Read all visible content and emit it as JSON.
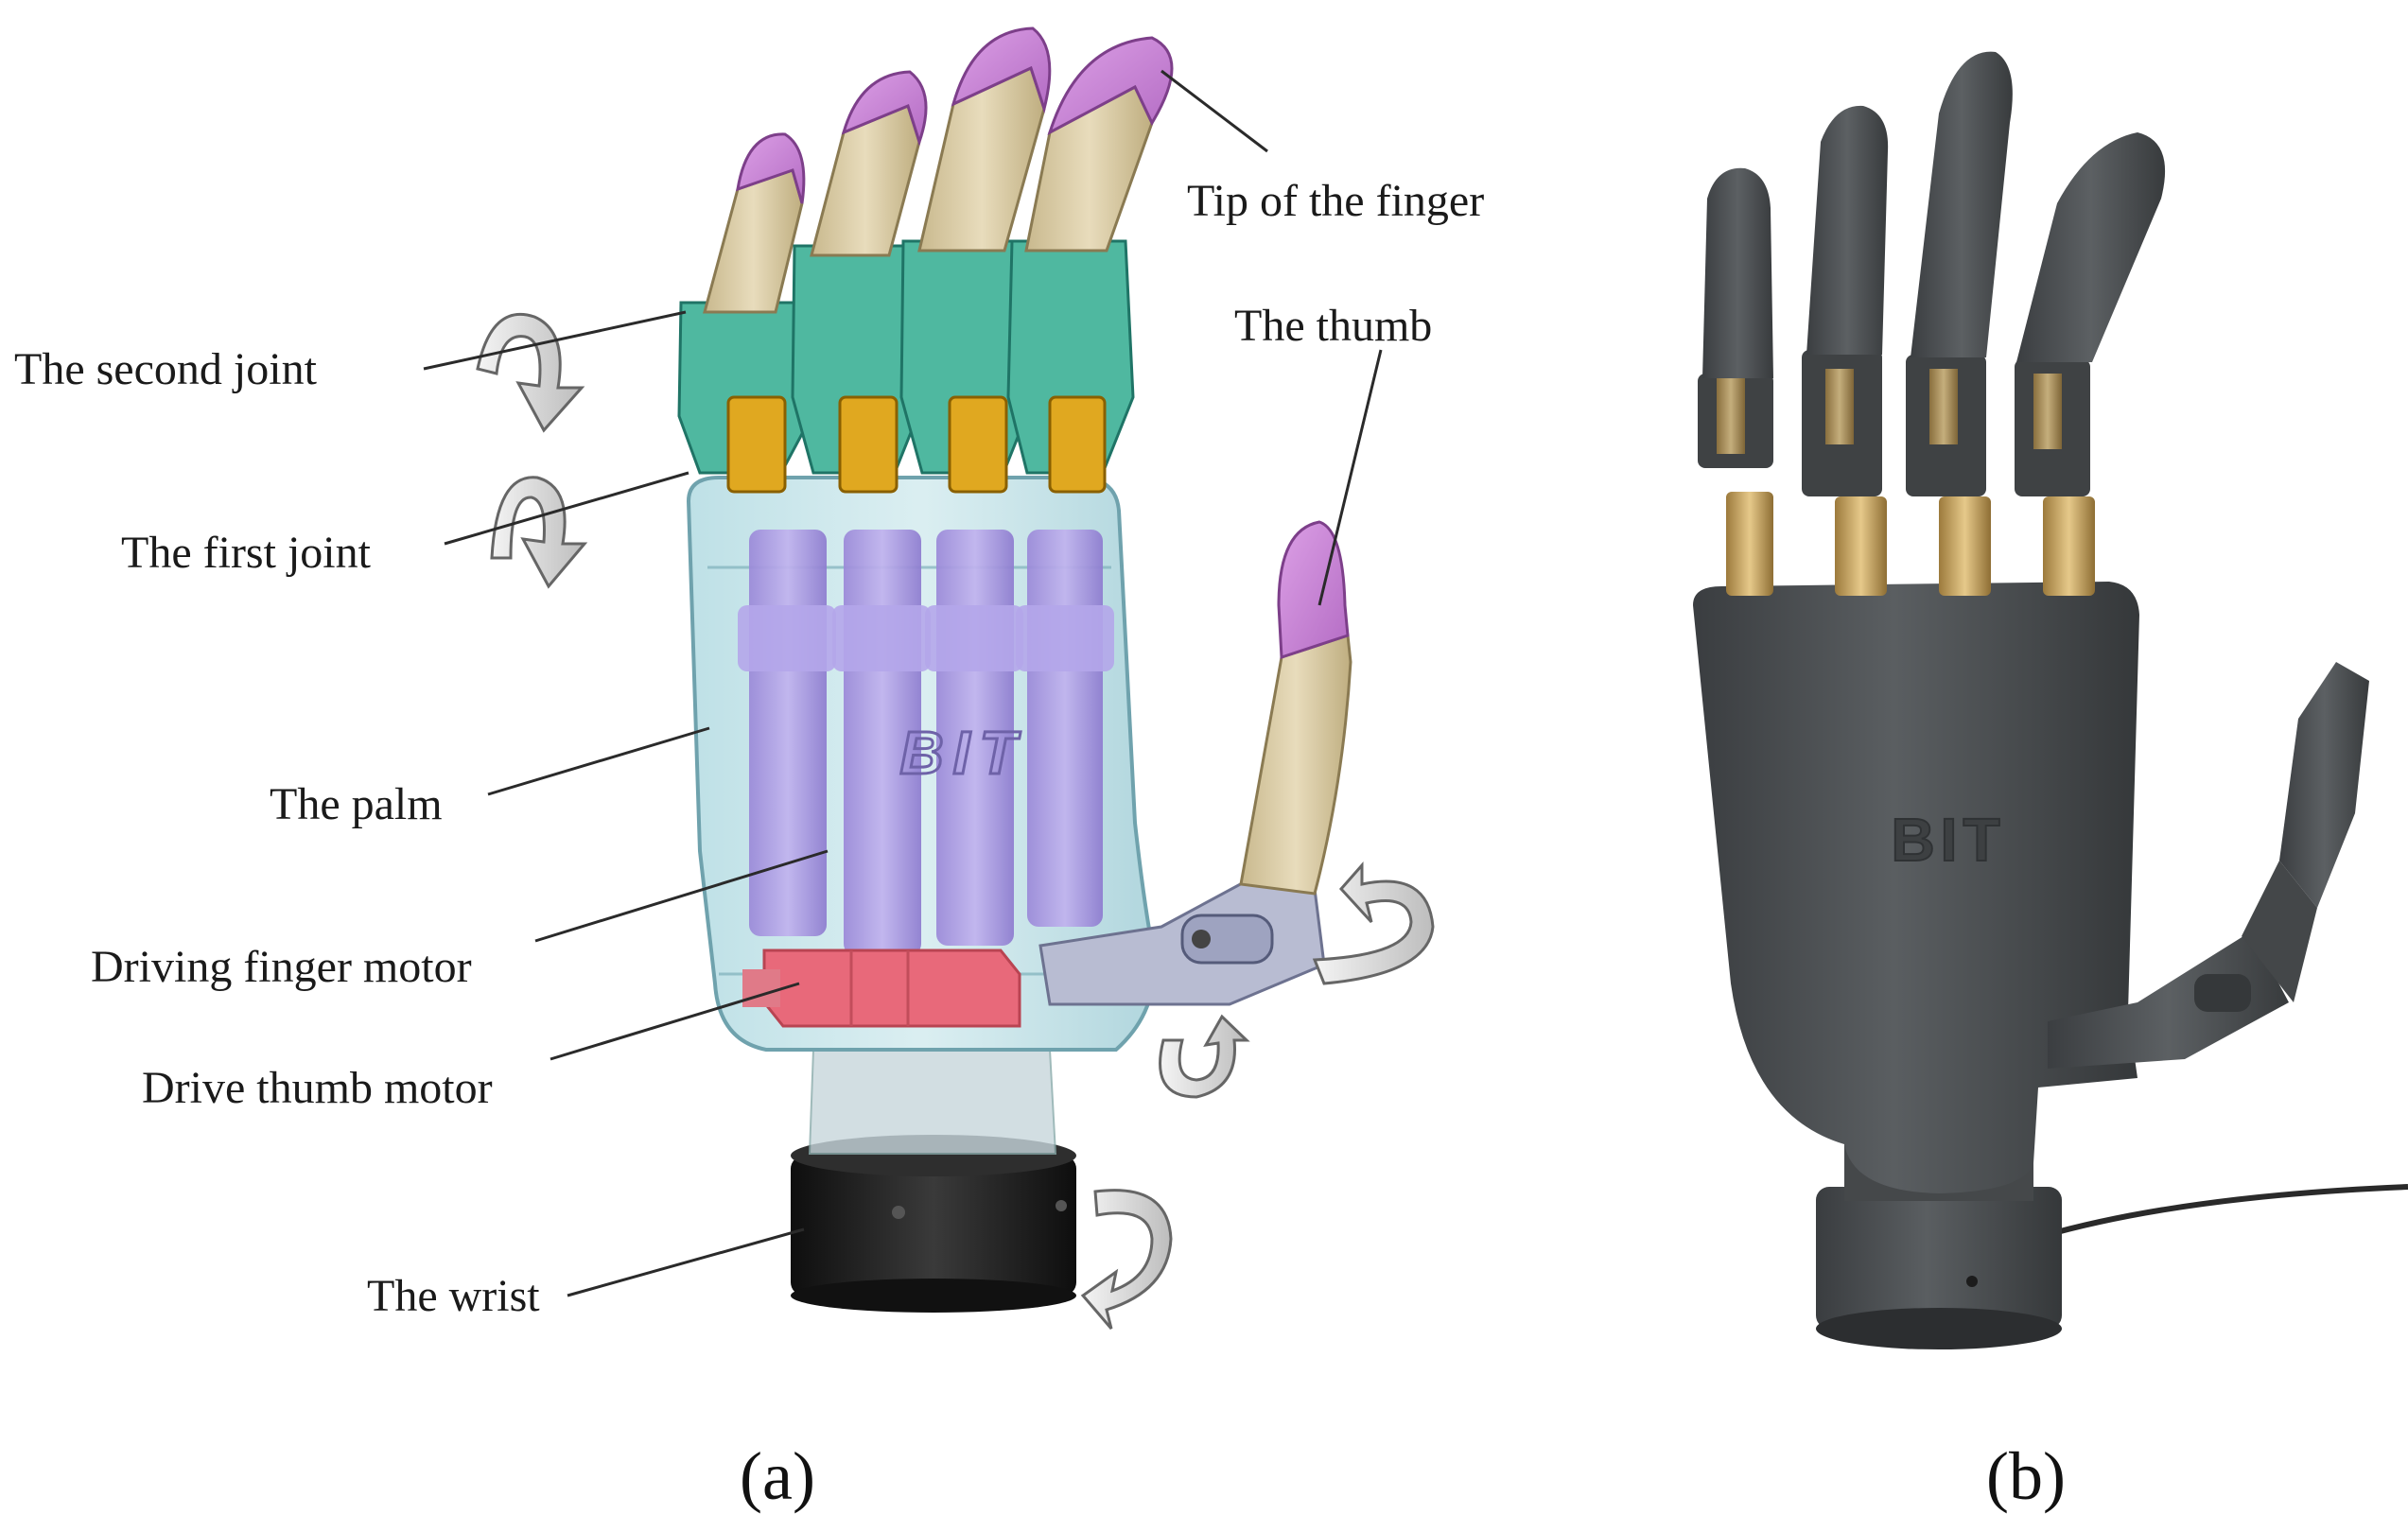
{
  "panel_a": {
    "label": "(a)",
    "callouts": {
      "tip": "Tip of the finger",
      "thumb": "The thumb",
      "second_joint": "The second joint",
      "first_joint": "The first joint",
      "palm": "The palm",
      "finger_motor": "Driving finger motor",
      "thumb_motor": "Drive thumb motor",
      "wrist": "The wrist"
    },
    "palm_logo": "BIT"
  },
  "panel_b": {
    "label": "(b)",
    "palm_logo": "BIT"
  },
  "colors": {
    "fingertip": "#c87fd6",
    "phalanx": "#d6c7a0",
    "joint_plate": "#4fb8a0",
    "joint_hinge": "#e0a820",
    "palm_shell": "#9ccfd8",
    "motor": "#a796e0",
    "thumb_motor": "#e8697a",
    "wrist": "#1c1c1c",
    "prototype": "#4a4d4f"
  }
}
